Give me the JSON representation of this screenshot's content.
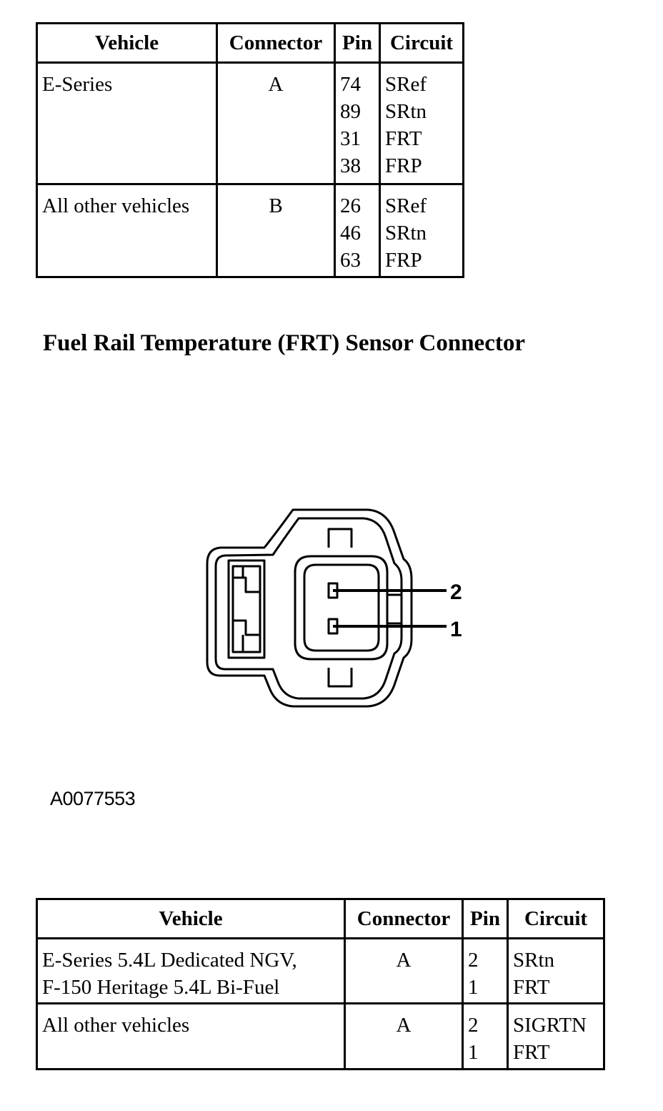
{
  "table1": {
    "headers": [
      "Vehicle",
      "Connector",
      "Pin",
      "Circuit"
    ],
    "rows": [
      {
        "vehicle": [
          "E-Series"
        ],
        "connector": "A",
        "pins": [
          "74",
          "89",
          "31",
          "38"
        ],
        "circuits": [
          "SRef",
          "SRtn",
          "FRT",
          "FRP"
        ]
      },
      {
        "vehicle": [
          "All other vehicles"
        ],
        "connector": "B",
        "pins": [
          "26",
          "46",
          "63"
        ],
        "circuits": [
          "SRef",
          "SRtn",
          "FRP"
        ]
      }
    ]
  },
  "section_title": "Fuel Rail Temperature (FRT) Sensor Connector",
  "diagram": {
    "pin_labels": [
      "2",
      "1"
    ],
    "figure_id": "A0077553"
  },
  "table2": {
    "headers": [
      "Vehicle",
      "Connector",
      "Pin",
      "Circuit"
    ],
    "rows": [
      {
        "vehicle": [
          "E-Series 5.4L Dedicated NGV,",
          "F-150 Heritage 5.4L Bi-Fuel"
        ],
        "connector": "A",
        "pins": [
          "2",
          "1"
        ],
        "circuits": [
          "SRtn",
          "FRT"
        ]
      },
      {
        "vehicle": [
          "All other vehicles"
        ],
        "connector": "A",
        "pins": [
          "2",
          "1"
        ],
        "circuits": [
          "SIGRTN",
          "FRT"
        ]
      }
    ]
  }
}
